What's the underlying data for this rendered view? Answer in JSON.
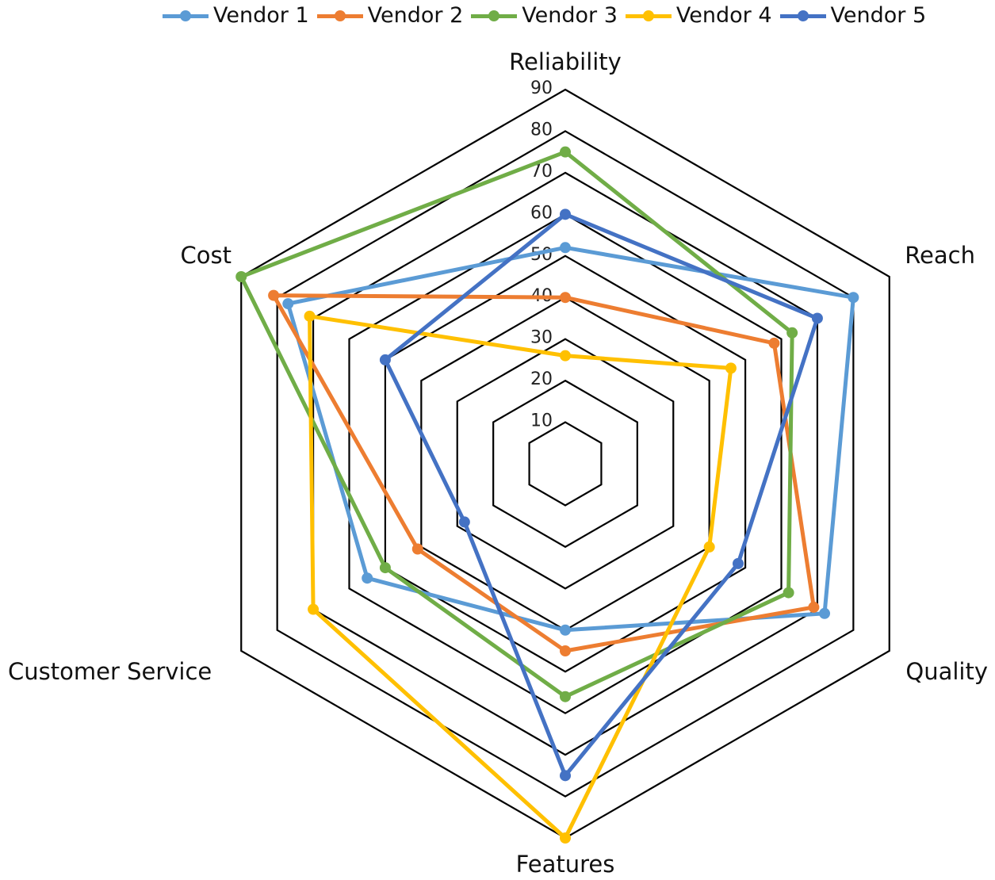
{
  "chart_data": {
    "type": "radar",
    "title": "",
    "axes": [
      "Reliability",
      "Reach",
      "Quality",
      "Features",
      "Customer Service",
      "Cost"
    ],
    "rlim": [
      0,
      90
    ],
    "rticks": [
      10,
      20,
      30,
      40,
      50,
      60,
      70,
      80,
      90
    ],
    "rtick_labels": [
      "10",
      "20",
      "30",
      "40",
      "50",
      "60",
      "70",
      "80",
      "90"
    ],
    "grid": true,
    "legend_position": "top",
    "series": [
      {
        "name": "Vendor 1",
        "color": "#5B9BD5",
        "values": [
          52,
          80,
          72,
          40,
          55,
          77
        ]
      },
      {
        "name": "Vendor 2",
        "color": "#ED7D31",
        "values": [
          40,
          58,
          69,
          45,
          41,
          81
        ]
      },
      {
        "name": "Vendor 3",
        "color": "#70AD47",
        "values": [
          75,
          63,
          62,
          56,
          50,
          90
        ]
      },
      {
        "name": "Vendor 4",
        "color": "#FFC000",
        "values": [
          26,
          46,
          40,
          90,
          70,
          71
        ]
      },
      {
        "name": "Vendor 5",
        "color": "#4472C4",
        "values": [
          60,
          70,
          48,
          75,
          28,
          50
        ]
      }
    ]
  }
}
